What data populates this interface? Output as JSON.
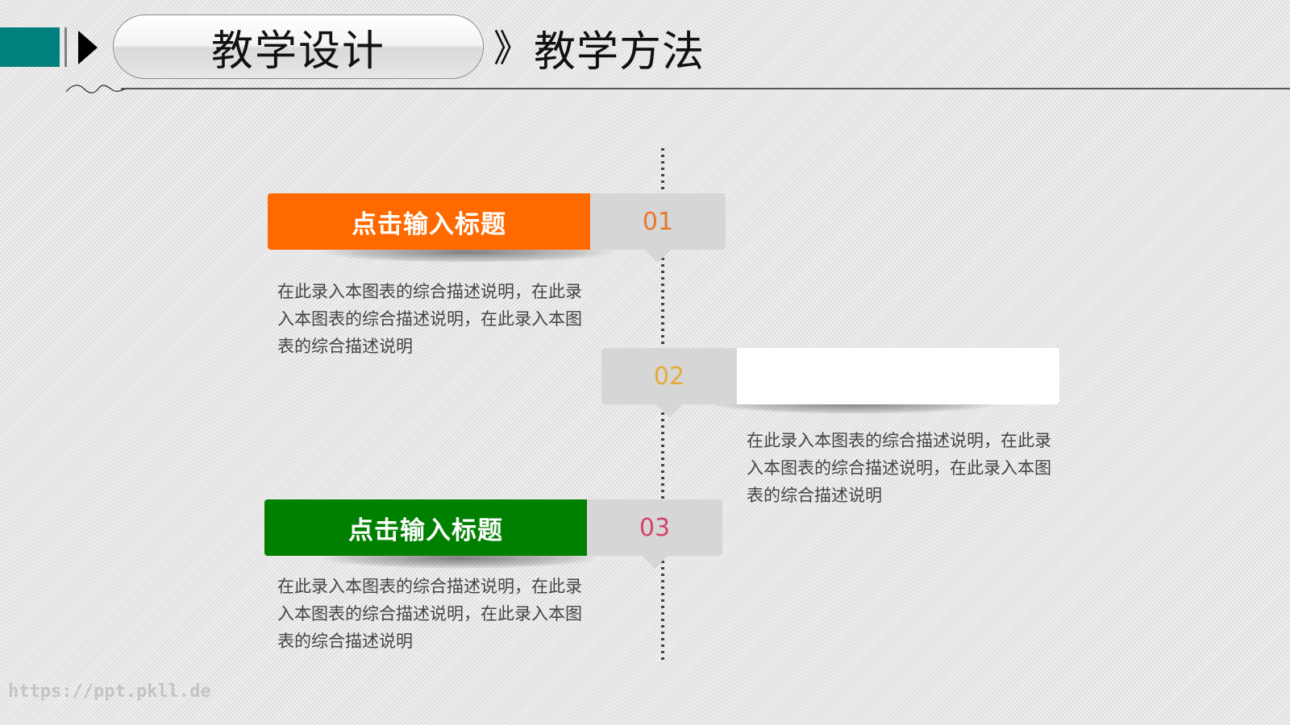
{
  "header": {
    "section_label": "教学设计",
    "separator": "》",
    "page_title": "教学方法"
  },
  "colors": {
    "teal": "#00807d",
    "orange": "#ff6a00",
    "green": "#008000",
    "num1": "#e8772c",
    "num2": "#e6a93a",
    "num3": "#d6406a",
    "number_box": "#d6d6d6"
  },
  "items": [
    {
      "number": "01",
      "title": "点击输入标题",
      "color": "#ff6a00",
      "description": "在此录入本图表的综合描述说明，在此录入本图表的综合描述说明，在此录入本图表的综合描述说明"
    },
    {
      "number": "02",
      "title": "",
      "color": "#ffffff",
      "description": "在此录入本图表的综合描述说明，在此录入本图表的综合描述说明，在此录入本图表的综合描述说明"
    },
    {
      "number": "03",
      "title": "点击输入标题",
      "color": "#008000",
      "description": "在此录入本图表的综合描述说明，在此录入本图表的综合描述说明，在此录入本图表的综合描述说明"
    }
  ],
  "watermark": "https://ppt.pkll.de"
}
